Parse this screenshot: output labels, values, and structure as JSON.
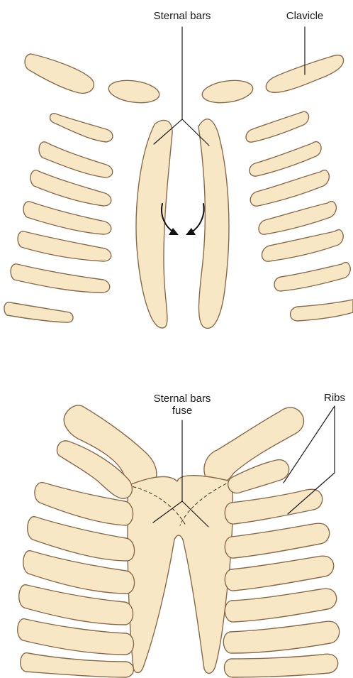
{
  "labels": {
    "top_sternal_bars": "Sternal bars",
    "top_clavicle": "Clavicle",
    "bottom_sternal_bars_line1": "Sternal bars",
    "bottom_sternal_bars_line2": "fuse",
    "bottom_ribs": "Ribs"
  },
  "colors": {
    "bone_fill": "#f8e7c4",
    "bone_outline": "#8a6a4b",
    "leader_line": "#1a1a1a"
  }
}
